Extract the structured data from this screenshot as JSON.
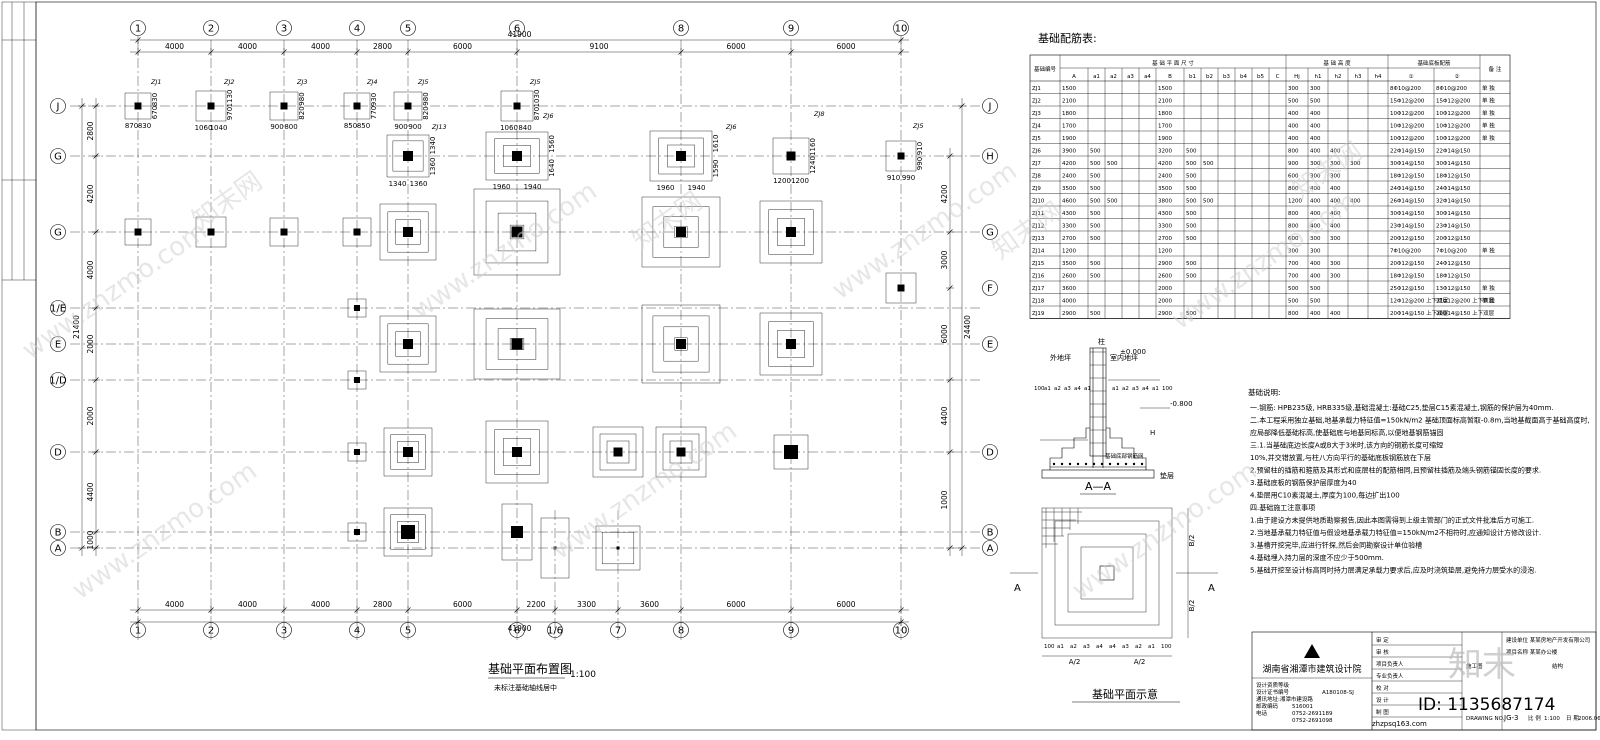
{
  "plan": {
    "axes_x": [
      "1",
      "2",
      "3",
      "4",
      "5",
      "6",
      "8",
      "9",
      "10"
    ],
    "axis_1_6": "1/6",
    "axis_7": "7",
    "axes_y": [
      "J",
      "G",
      "G",
      "1/E",
      "E",
      "1/D",
      "D",
      "B",
      "A"
    ],
    "axes_y_right": [
      "J",
      "H",
      "G",
      "F",
      "E",
      "D",
      "B",
      "A"
    ],
    "top_dims": [
      "4000",
      "4000",
      "4000",
      "2800",
      "6000",
      "9100",
      "6000",
      "6000"
    ],
    "bottom_dims": [
      "4000",
      "4000",
      "4000",
      "2800",
      "6000",
      "2200",
      "3300",
      "3600",
      "6000",
      "6000"
    ],
    "total_x": "41900",
    "left_dims": [
      "2800",
      "4200",
      "4000",
      "2000",
      "2000",
      "4400",
      "1000"
    ],
    "total_y": "21400",
    "right_dims": [
      "4200",
      "3000",
      "6000",
      "4400",
      "1000"
    ],
    "total_y_right": "24400",
    "title": "基础平面布置图",
    "scale": "1:100",
    "note": "未标注基础轴线居中"
  },
  "footings": [
    {
      "label": "ZJ1",
      "w": "870",
      "w2": "830",
      "h": "830",
      "h2": "670"
    },
    {
      "label": "ZJ2",
      "w": "1060",
      "w2": "1040",
      "h": "1130",
      "h2": "970"
    },
    {
      "label": "ZJ3",
      "w": "900",
      "w2": "800",
      "h": "980",
      "h2": "820"
    },
    {
      "label": "ZJ4",
      "w": "850",
      "w2": "850",
      "h": "930",
      "h2": "770"
    },
    {
      "label": "ZJ5",
      "w": "900",
      "w2": "900",
      "h": "980",
      "h2": "820"
    },
    {
      "label": "ZJ5",
      "w": "1060",
      "w2": "840",
      "h": "1030",
      "h2": "870"
    },
    {
      "label": "ZJ13",
      "w": "1340",
      "w2": "1360",
      "h": "1340",
      "h2": "1360"
    },
    {
      "label": "ZJ6",
      "w": "1960",
      "w2": "1940",
      "h": "1560",
      "h2": "1640"
    },
    {
      "label": "ZJ6",
      "w": "1960",
      "w2": "1940",
      "h": "1610",
      "h2": "1590"
    },
    {
      "label": "ZJ8",
      "w": "1200",
      "w2": "1200",
      "h": "1160",
      "h2": "1240"
    },
    {
      "label": "ZJ5",
      "w": "910",
      "w2": "990",
      "h": "910",
      "h2": "990"
    }
  ],
  "table": {
    "title": "基础配筋表:",
    "group_headers": [
      "基 础 平 面 尺 寸",
      "基 础 高 度",
      "基础底板配筋"
    ],
    "columns": [
      "基础编号",
      "A",
      "a1",
      "a2",
      "a3",
      "a4",
      "B",
      "b1",
      "b2",
      "b3",
      "b4",
      "b5",
      "C",
      "Hj",
      "h1",
      "h2",
      "h3",
      "h4",
      "①",
      "②",
      "备 注"
    ],
    "rows": [
      [
        "ZJ1",
        "1500",
        "",
        "",
        "",
        "",
        "1500",
        "",
        "",
        "",
        "",
        "",
        "",
        "300",
        "300",
        "",
        "",
        "",
        "8Φ10@200",
        "8Φ10@200",
        "单 独"
      ],
      [
        "ZJ2",
        "2100",
        "",
        "",
        "",
        "",
        "2100",
        "",
        "",
        "",
        "",
        "",
        "",
        "500",
        "500",
        "",
        "",
        "",
        "15Φ12@200",
        "15Φ12@200",
        "单 独"
      ],
      [
        "ZJ3",
        "1800",
        "",
        "",
        "",
        "",
        "1800",
        "",
        "",
        "",
        "",
        "",
        "",
        "400",
        "400",
        "",
        "",
        "",
        "10Φ12@200",
        "10Φ12@200",
        "单 独"
      ],
      [
        "ZJ4",
        "1700",
        "",
        "",
        "",
        "",
        "1700",
        "",
        "",
        "",
        "",
        "",
        "",
        "400",
        "400",
        "",
        "",
        "",
        "10Φ12@200",
        "10Φ12@200",
        "单 独"
      ],
      [
        "ZJ5",
        "1900",
        "",
        "",
        "",
        "",
        "1900",
        "",
        "",
        "",
        "",
        "",
        "",
        "400",
        "400",
        "",
        "",
        "",
        "10Φ12@200",
        "10Φ12@200",
        "单 独"
      ],
      [
        "ZJ6",
        "3900",
        "500",
        "",
        "",
        "",
        "3200",
        "500",
        "",
        "",
        "",
        "",
        "",
        "800",
        "400",
        "400",
        "",
        "",
        "22Φ14@150",
        "22Φ14@150",
        ""
      ],
      [
        "ZJ7",
        "4200",
        "500",
        "500",
        "",
        "",
        "4200",
        "500",
        "500",
        "",
        "",
        "",
        "",
        "900",
        "300",
        "300",
        "300",
        "",
        "30Φ14@150",
        "30Φ14@150",
        ""
      ],
      [
        "ZJ8",
        "2400",
        "500",
        "",
        "",
        "",
        "2400",
        "500",
        "",
        "",
        "",
        "",
        "",
        "600",
        "300",
        "300",
        "",
        "",
        "18Φ12@150",
        "18Φ12@150",
        ""
      ],
      [
        "ZJ9",
        "3500",
        "500",
        "",
        "",
        "",
        "3500",
        "500",
        "",
        "",
        "",
        "",
        "",
        "800",
        "400",
        "400",
        "",
        "",
        "24Φ14@150",
        "24Φ14@150",
        ""
      ],
      [
        "ZJ10",
        "4600",
        "500",
        "500",
        "",
        "",
        "3800",
        "500",
        "500",
        "",
        "",
        "",
        "",
        "1200",
        "400",
        "400",
        "400",
        "",
        "26Φ14@150",
        "32Φ14@150",
        ""
      ],
      [
        "ZJ11",
        "4300",
        "500",
        "",
        "",
        "",
        "4300",
        "500",
        "",
        "",
        "",
        "",
        "",
        "800",
        "400",
        "400",
        "",
        "",
        "30Φ14@150",
        "30Φ14@150",
        ""
      ],
      [
        "ZJ12",
        "3300",
        "500",
        "",
        "",
        "",
        "3300",
        "500",
        "",
        "",
        "",
        "",
        "",
        "800",
        "400",
        "400",
        "",
        "",
        "23Φ14@150",
        "23Φ14@150",
        ""
      ],
      [
        "ZJ13",
        "2700",
        "500",
        "",
        "",
        "",
        "2700",
        "500",
        "",
        "",
        "",
        "",
        "",
        "600",
        "300",
        "300",
        "",
        "",
        "20Φ12@150",
        "20Φ12@150",
        ""
      ],
      [
        "ZJ14",
        "1200",
        "",
        "",
        "",
        "",
        "1200",
        "",
        "",
        "",
        "",
        "",
        "",
        "300",
        "300",
        "",
        "",
        "",
        "7Φ10@200",
        "7Φ10@200",
        "单 独"
      ],
      [
        "ZJ15",
        "3500",
        "500",
        "",
        "",
        "",
        "2900",
        "500",
        "",
        "",
        "",
        "",
        "",
        "700",
        "400",
        "300",
        "",
        "",
        "20Φ12@150",
        "24Φ12@150",
        ""
      ],
      [
        "ZJ16",
        "2600",
        "500",
        "",
        "",
        "",
        "2600",
        "500",
        "",
        "",
        "",
        "",
        "",
        "700",
        "400",
        "300",
        "",
        "",
        "18Φ12@150",
        "18Φ12@150",
        ""
      ],
      [
        "ZJ17",
        "3600",
        "",
        "",
        "",
        "",
        "2000",
        "",
        "",
        "",
        "",
        "",
        "",
        "500",
        "500",
        "",
        "",
        "",
        "25Φ12@150",
        "13Φ12@150",
        "单 独"
      ],
      [
        "ZJ18",
        "4000",
        "",
        "",
        "",
        "",
        "2000",
        "",
        "",
        "",
        "",
        "",
        "",
        "500",
        "500",
        "",
        "",
        "",
        "12Φ12@200 上下双层",
        "21Φ12@200 上下双层",
        "单 独"
      ],
      [
        "ZJ19",
        "2900",
        "500",
        "",
        "",
        "",
        "2900",
        "500",
        "",
        "",
        "",
        "",
        "",
        "800",
        "400",
        "400",
        "",
        "",
        "20Φ14@150 上下双层",
        "20Φ14@150 上下双层",
        ""
      ]
    ]
  },
  "notes": {
    "title": "基础说明:",
    "items": [
      "一.钢筋: HPB235级, HRB335级,基础混凝土:基础C25,垫层C15素混凝土,钢筋的保护层为40mm.",
      "二.本工程采用独立基础,地基承载力特征值=150kN/m2 基础顶面标高暂取-0.8m,当地基截面高于基础高度时,",
      "   应局部降低基础标高,使基础底与地基同标高,以便地基钢筋锚固",
      "三.1.当基础底边长度A或B大于3米时,该方向的钢筋长度可缩短",
      "   10%,并交错放置,与柱八方向平行的基础底板钢筋放在下层",
      "   2.预留柱的插筋和箍筋及其形式和底层柱的配筋相同,且预留柱插筋及端头钢筋锚固长度的要求.",
      "   3.基础底板的钢筋保护层厚度为40",
      "   4.垫层用C10素混凝土,厚度为100,每边扩出100",
      "四.基础施工注意事项",
      "   1.由于建设方未提供地质勘察报告,因此本图需得到上级主管部门的正式文件批准后方可施工.",
      "   2.当地基承载力特征值与假设地基承载力特征值=150kN/m2不相符时,应通知设计方修改设计.",
      "   3.基槽开挖完毕,应进行钎探,然后会同勘察设计单位验槽",
      "   4.基础埋入持力层的深度不应少于500mm.",
      "   5.基础开挖至设计标高同时持力层满足承载力要求后,应及时浇筑垫层,避免持力层受水的浸泡."
    ]
  },
  "section": {
    "title": "A—A",
    "column_label": "柱",
    "ground_label": "外地坪",
    "indoor_label": "室内地坪",
    "elev_top": "±0.000",
    "elev_bottom": "-0.800",
    "bedding": "垫层",
    "dims_left": [
      "100",
      "a1",
      "a2",
      "a3",
      "a4",
      "a1"
    ],
    "dims_right": [
      "a1",
      "a2",
      "a3",
      "a4",
      "a1",
      "100"
    ],
    "rebar_note": "基础底部钢筋网",
    "h_label": "H"
  },
  "schematic": {
    "title": "基础平面示意",
    "a_label": "A",
    "bottom_dims": [
      "A/2",
      "A/2"
    ],
    "right_dims": [
      "B/2",
      "B/2"
    ],
    "bottom_small": [
      "100",
      "a1",
      "a2",
      "a3",
      "a4",
      "a4",
      "a3",
      "a2",
      "a1",
      "100"
    ]
  },
  "title_block": {
    "institute": "湖南省湘潭市建筑设计院",
    "cert_label": "设计资质等级",
    "cert_value": "设计证书编号",
    "cert_no": "A180108-SJ",
    "address": "通讯地址:湘潭市建设路",
    "postcode": "邮政编码",
    "postcode_value": "516001",
    "phone_label": "电话",
    "phone": "0752-2691189",
    "fax": "0752-2691098",
    "client": "建设单位 某某房地产开发有限公司",
    "project": "项目名称 某某办公楼",
    "rows": [
      "审 定",
      "审 核",
      "项目负责人",
      "专业负责人",
      "校 对",
      "设 计",
      "制 图"
    ],
    "stage_label": "施工图",
    "specialty": "结构",
    "drawing_no_label": "DRAWING NO.",
    "drawing_no": "JG-3",
    "scale_label": "比 例",
    "scale": "1:100",
    "date_label": "日 期",
    "date": "2006.06"
  },
  "website": "zhzpsq163.com",
  "watermark": {
    "brand": "知末",
    "site": "www.znzmo.com",
    "id": "ID: 1135687174",
    "mark": "知末网"
  }
}
